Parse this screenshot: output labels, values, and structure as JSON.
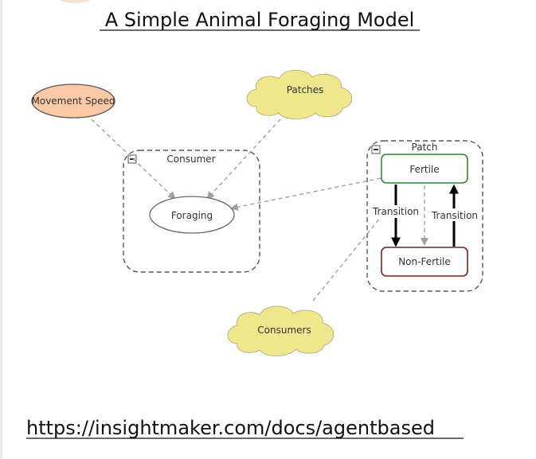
{
  "page": {
    "title": "A Simple Animal Foraging Model",
    "link": "https://insightmaker.com/docs/agentbased"
  },
  "nodes": {
    "movement_speed": "Movement Speed",
    "patches": "Patches",
    "consumers": "Consumers",
    "foraging": "Foraging",
    "fertile": "Fertile",
    "non_fertile": "Non-Fertile"
  },
  "groups": {
    "consumer": "Consumer",
    "patch": "Patch"
  },
  "flows": {
    "transition_down": "Transition",
    "transition_up": "Transition"
  },
  "colors": {
    "movement_fill": "#fdc9a6",
    "cloud_fill": "#f0e68c",
    "fertile_stroke": "#2e8b2e",
    "nonfertile_stroke": "#7a1f1f",
    "link_gray": "#a0a0a0"
  }
}
